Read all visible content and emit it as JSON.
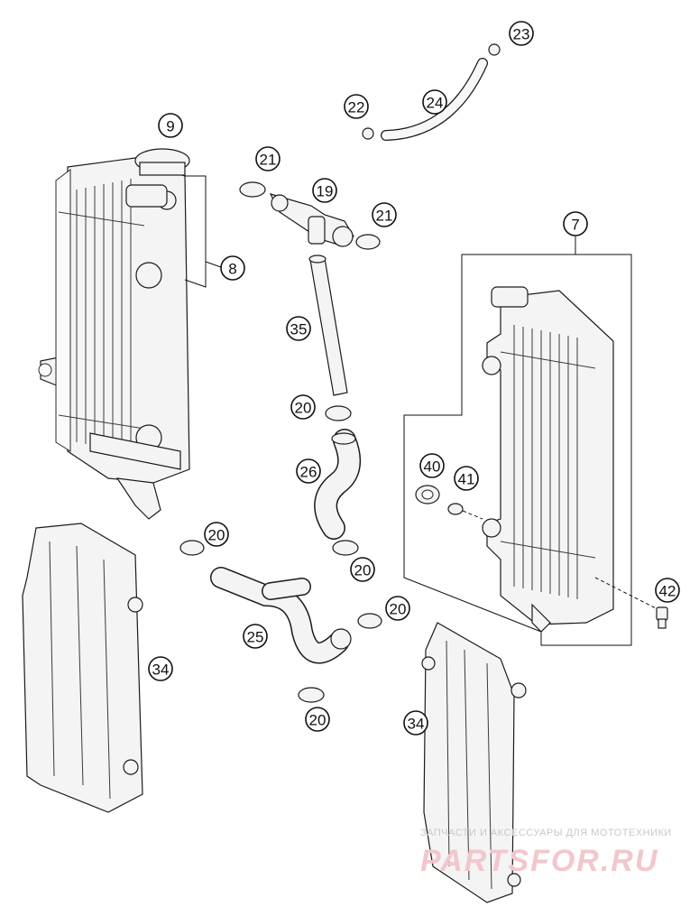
{
  "callouts": {
    "c9": "9",
    "c8": "8",
    "c21a": "21",
    "c19": "19",
    "c21b": "21",
    "c22": "22",
    "c24": "24",
    "c23": "23",
    "c7": "7",
    "c35": "35",
    "c20a": "20",
    "c26": "26",
    "c40": "40",
    "c41": "41",
    "c20b": "20",
    "c20c": "20",
    "c25": "25",
    "c20d": "20",
    "c20e": "20",
    "c42": "42",
    "c34a": "34",
    "c34b": "34"
  },
  "watermark": {
    "line1": "ЗАПЧАСТИ И АКСЕССУАРЫ ДЛЯ МОТОТЕХНИКИ",
    "line2": "PARTSFOR.RU"
  },
  "colors": {
    "line": "#1a1a1a",
    "part_fill": "#f4f4f4",
    "watermark_red": "#f2c7cc"
  }
}
